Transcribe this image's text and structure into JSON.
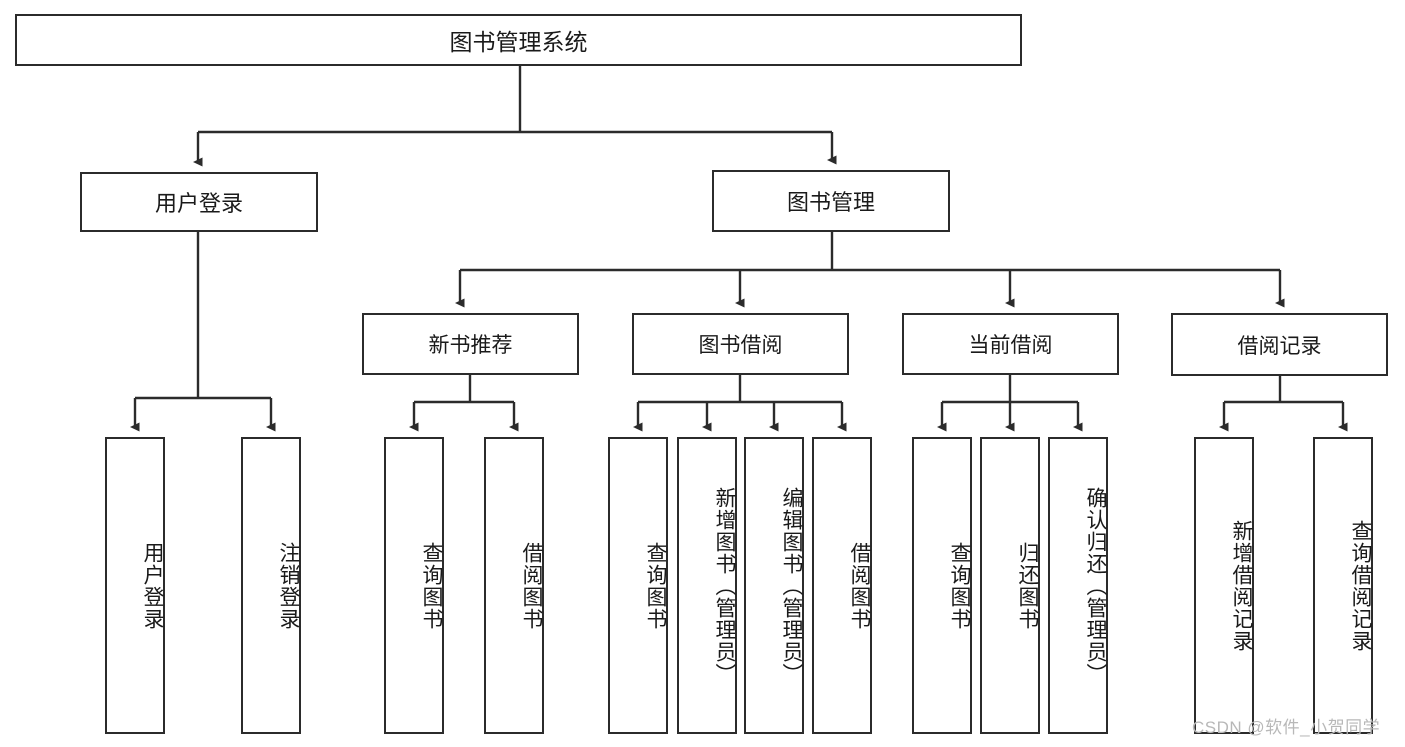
{
  "diagram": {
    "title": "图书管理系统",
    "type": "hierarchy-tree",
    "root": {
      "label": "图书管理系统"
    },
    "level1": [
      {
        "label": "用户登录"
      },
      {
        "label": "图书管理"
      }
    ],
    "level2": [
      {
        "label": "新书推荐"
      },
      {
        "label": "图书借阅"
      },
      {
        "label": "当前借阅"
      },
      {
        "label": "借阅记录"
      }
    ],
    "leaves": {
      "user_login": [
        {
          "label": "用户登录"
        },
        {
          "label": "注销登录"
        }
      ],
      "new_book_recommend": [
        {
          "label": "查询图书"
        },
        {
          "label": "借阅图书"
        }
      ],
      "book_borrow": [
        {
          "label": "查询图书"
        },
        {
          "label": "新增图书（管理员）"
        },
        {
          "label": "编辑图书（管理员）"
        },
        {
          "label": "借阅图书"
        }
      ],
      "current_borrow": [
        {
          "label": "查询图书"
        },
        {
          "label": "归还图书"
        },
        {
          "label": "确认归还（管理员）"
        }
      ],
      "borrow_records": [
        {
          "label": "新增借阅记录"
        },
        {
          "label": "查询借阅记录"
        }
      ]
    }
  },
  "watermark": {
    "text": "CSDN @软件_小贺同学"
  },
  "colors": {
    "stroke": "#2b2b2b",
    "background": "#ffffff",
    "text": "#1a1a1a",
    "watermark": "#b8b8b8"
  }
}
